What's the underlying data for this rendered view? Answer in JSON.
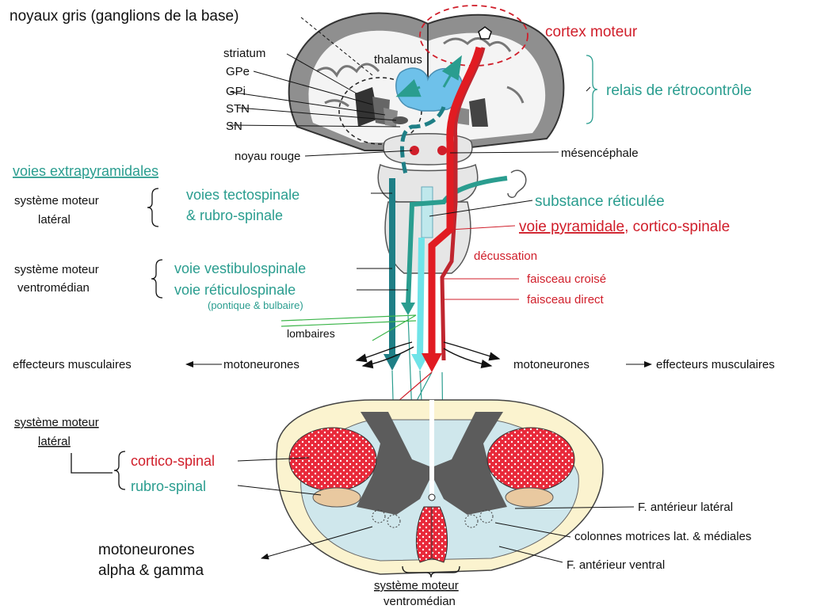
{
  "colors": {
    "teal": "#2a9d8f",
    "teal_dark": "#1f7f86",
    "cyan": "#6fe3e8",
    "red": "#e11b22",
    "dark_red": "#c0262f",
    "thalamus_blue": "#6ec1ea",
    "gray_matter": "#5c5c5c",
    "light_blue": "#cfe7ec",
    "cream": "#fbf3cf",
    "dots_pink": "#f2c9cd"
  },
  "labels": {
    "noyaux_gris": "noyaux gris (ganglions de la base)",
    "cortex_moteur": "cortex moteur",
    "striatum": "striatum",
    "gpe": "GPe",
    "gpi": "GPi",
    "stn": "STN",
    "sn": "SN",
    "thalamus": "thalamus",
    "relais": "relais de rétrocontrôle",
    "noyau_rouge": "noyau rouge",
    "mesencephale": "mésencéphale",
    "voies_extrapyramidales": "voies extrapyramidales",
    "systeme_moteur_1": "système moteur",
    "lateral_1": "latéral",
    "voies_tectospinale": "voies tectospinale",
    "rubro_spinale": "& rubro-spinale",
    "substance_reticulee": "substance réticulée",
    "voie_pyramidale": "voie pyramidale",
    "cortico_spinale": ", cortico-spinale",
    "decussation": "décussation",
    "systeme_moteur_2": "système moteur",
    "ventromedian_1": "ventromédian",
    "voie_vestibulospinale": "voie vestibulospinale",
    "voie_reticulospinale": "voie réticulospinale",
    "pontique": "(pontique & bulbaire)",
    "faisceau_croise": "faisceau croisé",
    "faisceau_direct": "faisceau direct",
    "lombaires": "lombaires",
    "effecteurs_left": "effecteurs musculaires",
    "motoneurones_left": "motoneurones",
    "motoneurones_right": "motoneurones",
    "effecteurs_right": "effecteurs musculaires",
    "systeme_moteur_3": "système moteur",
    "lateral_2": "latéral",
    "cortico_spinal": "cortico-spinal",
    "rubro_spinal": "rubro-spinal",
    "f_anterieur_lateral": "F.  antérieur latéral",
    "colonnes_motrices": "colonnes motrices lat. & médiales",
    "motoneurones_alpha": "motoneurones",
    "alpha_gamma": "alpha & gamma",
    "f_anterieur_ventral": "F.  antérieur ventral",
    "systeme_moteur_4": "système moteur",
    "ventromedian_2": "ventromédian"
  }
}
